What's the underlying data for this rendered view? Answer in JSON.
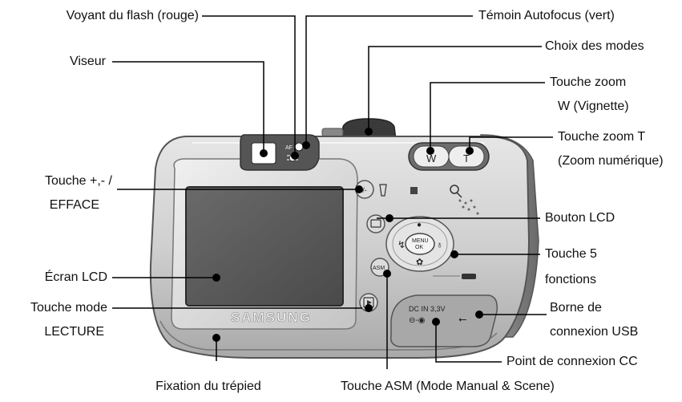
{
  "labels": {
    "flash_lamp": "Voyant du flash (rouge)",
    "viewfinder": "Viseur",
    "plus_minus_1": "Touche +,- /",
    "plus_minus_2": "EFFACE",
    "lcd_screen": "Écran LCD",
    "play_mode_1": "Touche mode",
    "play_mode_2": "LECTURE",
    "tripod": "Fixation du trépied",
    "af_lamp": "Témoin Autofocus (vert)",
    "mode_dial": "Choix des modes",
    "zoom_w_1": "Touche zoom",
    "zoom_w_2": "W (Vignette)",
    "zoom_t_1": "Touche zoom T",
    "zoom_t_2": "(Zoom numérique)",
    "lcd_button": "Bouton LCD",
    "five_fn_1": "Touche 5",
    "five_fn_2": "fonctions",
    "usb_1": "Borne de",
    "usb_2": "connexion USB",
    "dc_point": "Point de connexion CC",
    "asm_button": "Touche ASM (Mode Manual & Scene)"
  },
  "camera": {
    "brand": "SAMSUNG",
    "zoom_w": "W",
    "zoom_t": "T",
    "menu_1": "MENU",
    "menu_2": "OK",
    "asm": "ASM",
    "af": "AF",
    "dc_in": "DC IN 3,3V"
  },
  "colors": {
    "body": "#d4d4d4",
    "body_dark": "#8a8a8a",
    "line": "#000000"
  }
}
